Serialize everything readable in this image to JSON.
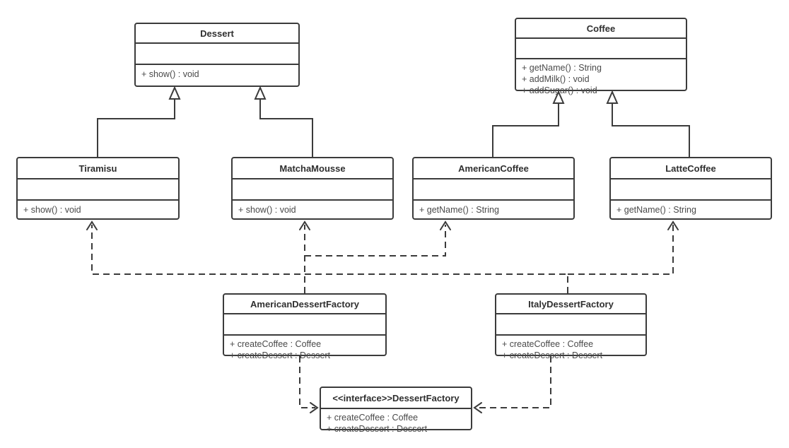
{
  "diagram": {
    "type": "uml-class-diagram",
    "colors": {
      "bg": "#ffffff",
      "line": "#3b3b3b",
      "text": "#2f2f2f",
      "textMethod": "#4a4a4a"
    }
  },
  "classes": [
    {
      "name": "Dessert",
      "attributes": [],
      "methods": [
        "+ show() : void"
      ]
    },
    {
      "name": "Coffee",
      "attributes": [],
      "methods": [
        "+ getName() : String",
        "+ addMilk() : void",
        "+ addSugar() : void"
      ]
    },
    {
      "name": "Tiramisu",
      "attributes": [],
      "methods": [
        "+ show() : void"
      ]
    },
    {
      "name": "MatchaMousse",
      "attributes": [],
      "methods": [
        "+ show() : void"
      ]
    },
    {
      "name": "AmericanCoffee",
      "attributes": [],
      "methods": [
        "+ getName() : String"
      ]
    },
    {
      "name": "LatteCoffee",
      "attributes": [],
      "methods": [
        "+ getName() : String"
      ]
    },
    {
      "name": "AmericanDessertFactory",
      "attributes": [],
      "methods": [
        "+ createCoffee : Coffee",
        "+ createDessert : Dessert"
      ]
    },
    {
      "name": "ItalyDessertFactory",
      "attributes": [],
      "methods": [
        "+ createCoffee : Coffee",
        "+ createDessert : Dessert"
      ]
    },
    {
      "name": "<<interface>>DessertFactory",
      "attributes": [],
      "methods": [
        "+ createCoffee : Coffee",
        "+ createDessert : Dessert"
      ]
    }
  ],
  "relationships": [
    {
      "type": "generalization",
      "from": "Tiramisu",
      "to": "Dessert",
      "style": "solid-hollow-triangle"
    },
    {
      "type": "generalization",
      "from": "MatchaMousse",
      "to": "Dessert",
      "style": "solid-hollow-triangle"
    },
    {
      "type": "generalization",
      "from": "AmericanCoffee",
      "to": "Coffee",
      "style": "solid-hollow-triangle"
    },
    {
      "type": "generalization",
      "from": "LatteCoffee",
      "to": "Coffee",
      "style": "solid-hollow-triangle"
    },
    {
      "type": "dependency",
      "from": "AmericanDessertFactory",
      "to": "MatchaMousse",
      "style": "dashed-open-arrow"
    },
    {
      "type": "dependency",
      "from": "AmericanDessertFactory",
      "to": "AmericanCoffee",
      "style": "dashed-open-arrow"
    },
    {
      "type": "dependency",
      "from": "ItalyDessertFactory",
      "to": "Tiramisu",
      "style": "dashed-open-arrow"
    },
    {
      "type": "dependency",
      "from": "ItalyDessertFactory",
      "to": "LatteCoffee",
      "style": "dashed-open-arrow"
    },
    {
      "type": "realization",
      "from": "AmericanDessertFactory",
      "to": "<<interface>>DessertFactory",
      "style": "dashed-open-arrow"
    },
    {
      "type": "realization",
      "from": "ItalyDessertFactory",
      "to": "<<interface>>DessertFactory",
      "style": "dashed-open-arrow"
    }
  ]
}
